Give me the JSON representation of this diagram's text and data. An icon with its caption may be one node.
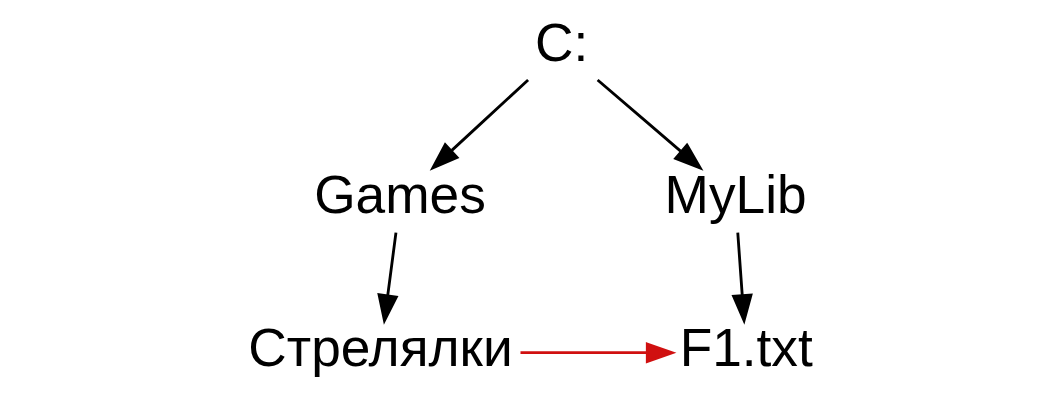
{
  "diagram": {
    "nodes": [
      {
        "text": [
          "C:"
        ]
      },
      {
        "text": [
          "Games"
        ]
      },
      {
        "text": [
          "MyLib"
        ]
      },
      {
        "text": [
          "Стрелялки"
        ]
      },
      {
        "text": [
          "F1.txt"
        ]
      }
    ],
    "edges": [
      {
        "from": 0,
        "to": 1,
        "arrow": "to"
      },
      {
        "from": 0,
        "to": 2,
        "arrow": "to"
      },
      {
        "from": 1,
        "to": 3,
        "arrow": "to"
      },
      {
        "from": 2,
        "to": 4,
        "arrow": "to"
      },
      {
        "from": 3,
        "to": 4,
        "arrow": "to",
        "color": "#d01010"
      }
    ]
  }
}
